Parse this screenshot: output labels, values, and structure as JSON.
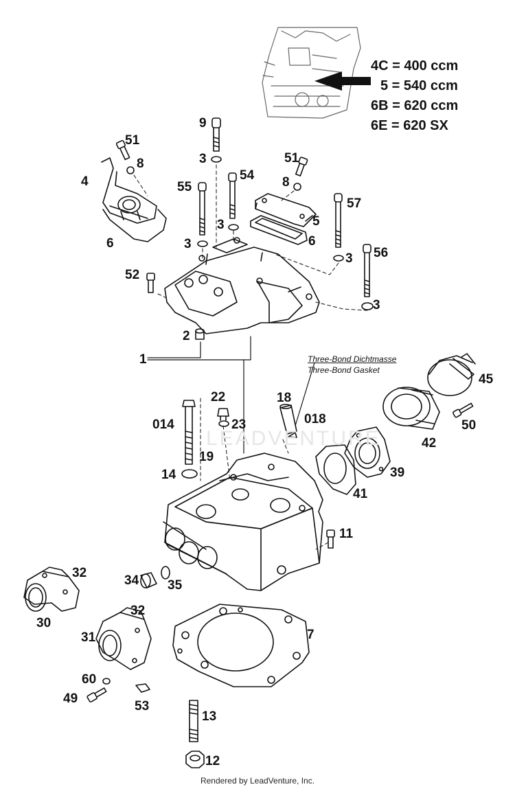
{
  "legend": {
    "line1": "4C = 400 ccm",
    "line2": "5 = 540 ccm",
    "line3": "6B = 620 ccm",
    "line4": "6E = 620 SX"
  },
  "note": {
    "line1": "Three-Bond Dichtmasse",
    "line2": "Three-Bond Gasket"
  },
  "watermark": "LEADVENTURE",
  "footer": "Rendered by LeadVenture, Inc.",
  "callouts": {
    "c9": "9",
    "c3a": "3",
    "c51a": "51",
    "c8a": "8",
    "c4": "4",
    "c6a": "6",
    "c54": "54",
    "c55": "55",
    "c3b": "3",
    "c3c": "3",
    "c51b": "51",
    "c8b": "8",
    "c5": "5",
    "c6b": "6",
    "c57": "57",
    "c3d": "3",
    "c56": "56",
    "c52": "52",
    "c3e": "3",
    "c2": "2",
    "c1": "1",
    "c45": "45",
    "c18": "18",
    "c22": "22",
    "c014": "014",
    "c23": "23",
    "c018": "018",
    "c50": "50",
    "c42": "42",
    "c19": "19",
    "c14": "14",
    "c39": "39",
    "c41": "41",
    "c11": "11",
    "c32a": "32",
    "c34": "34",
    "c35": "35",
    "c30": "30",
    "c32b": "32",
    "c31": "31",
    "c7": "7",
    "c60": "60",
    "c49": "49",
    "c53": "53",
    "c13": "13",
    "c12": "12"
  }
}
